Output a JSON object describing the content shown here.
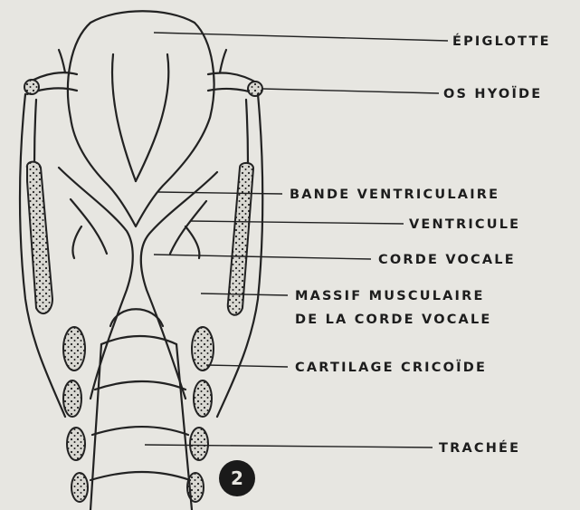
{
  "figure_number": "2",
  "labels": {
    "epiglotte": "ÉPIGLOTTE",
    "os_hyoide": "OS HYOÏDE",
    "bande_ventriculaire": "BANDE VENTRICULAIRE",
    "ventricule": "VENTRICULE",
    "corde_vocale": "CORDE VOCALE",
    "massif_line1": "MASSIF MUSCULAIRE",
    "massif_line2": "DE LA CORDE VOCALE",
    "cartilage_cricoide": "CARTILAGE CRICOÏDE",
    "trachee": "TRACHÉE"
  }
}
